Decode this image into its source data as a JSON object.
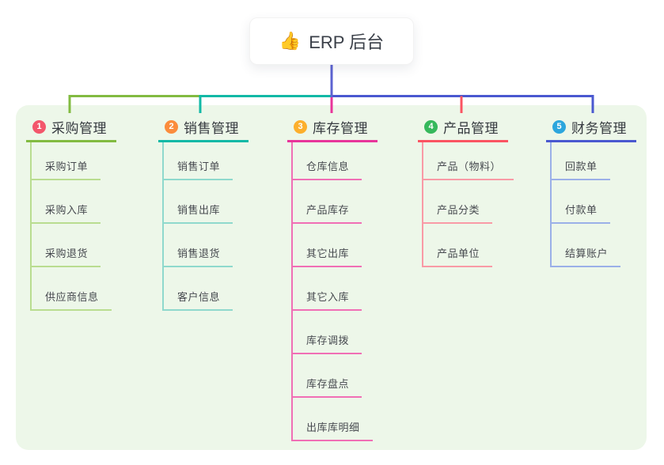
{
  "root": {
    "icon": "👍",
    "title": "ERP 后台"
  },
  "panel_color": "#edf7e9",
  "connector_color": "#5c63d2",
  "branches": [
    {
      "badge": "1",
      "title": "采购管理",
      "color": "#82bb41",
      "light_color": "#b9dd90",
      "badge_color": "#f3566b",
      "children": [
        "采购订单",
        "采购入库",
        "采购退货",
        "供应商信息"
      ]
    },
    {
      "badge": "2",
      "title": "销售管理",
      "color": "#12b9a6",
      "light_color": "#8fd9cd",
      "badge_color": "#fb8c3c",
      "children": [
        "销售订单",
        "销售出库",
        "销售退货",
        "客户信息"
      ]
    },
    {
      "badge": "3",
      "title": "库存管理",
      "color": "#e8359a",
      "light_color": "#f06fb5",
      "badge_color": "#fcaf2c",
      "children": [
        "仓库信息",
        "产品库存",
        "其它出库",
        "其它入库",
        "库存调拨",
        "库存盘点",
        "出库库明细"
      ]
    },
    {
      "badge": "4",
      "title": "产品管理",
      "color": "#fb5462",
      "light_color": "#f99aa6",
      "badge_color": "#36b85c",
      "children": [
        "产品（物料）",
        "产品分类",
        "产品单位"
      ]
    },
    {
      "badge": "5",
      "title": "财务管理",
      "color": "#4a58d0",
      "light_color": "#9bb0e8",
      "badge_color": "#2ca6dd",
      "children": [
        "回款单",
        "付款单",
        "结算账户"
      ]
    }
  ]
}
